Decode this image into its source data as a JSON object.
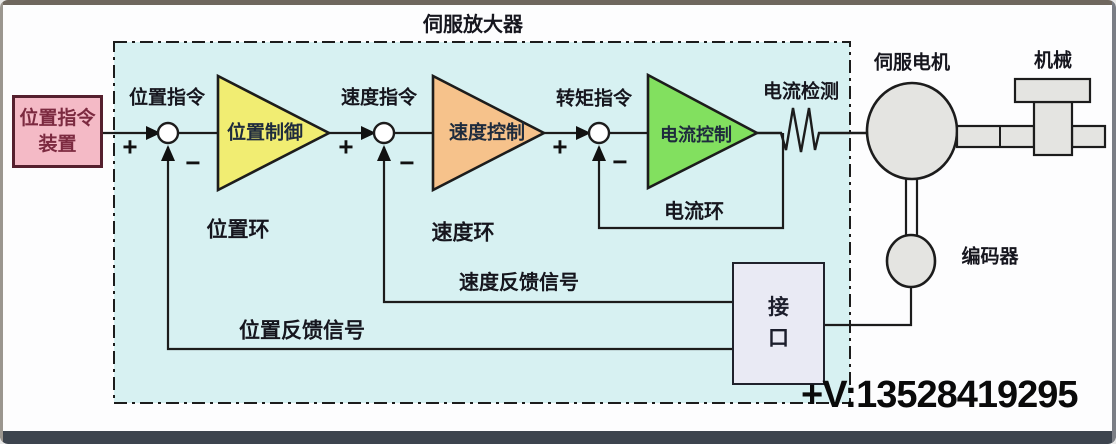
{
  "diagram": {
    "title": "伺服放大器",
    "command_device": {
      "line1": "位置指令",
      "line2": "装置"
    },
    "signal_labels": {
      "position_command": "位置指令",
      "speed_command": "速度指令",
      "torque_command": "转矩指令",
      "current_detection": "电流检测"
    },
    "controllers": {
      "position": "位置制御",
      "speed": "速度控制",
      "current": "电流控制"
    },
    "loop_labels": {
      "position": "位置环",
      "speed": "速度环",
      "current": "电流环"
    },
    "feedback_labels": {
      "speed": "速度反馈信号",
      "position": "位置反馈信号"
    },
    "interface": {
      "line1": "接",
      "line2": "口"
    },
    "motor_label": "伺服电机",
    "encoder_label": "编码器",
    "machine_label": "机械",
    "plus_sign": "+",
    "minus_sign": "−"
  },
  "watermark": "+V:13528419295",
  "colors": {
    "amplifier_bg": "#d7f1f2",
    "position_controller_fill": "#f1ed72",
    "speed_controller_fill": "#f6c28b",
    "current_controller_fill": "#82e05f",
    "command_device_fill": "#f4bac6",
    "interface_fill": "#e9eaf4",
    "mechanical_fill": "#e4e4e1",
    "outline": "#1c1c1c"
  }
}
